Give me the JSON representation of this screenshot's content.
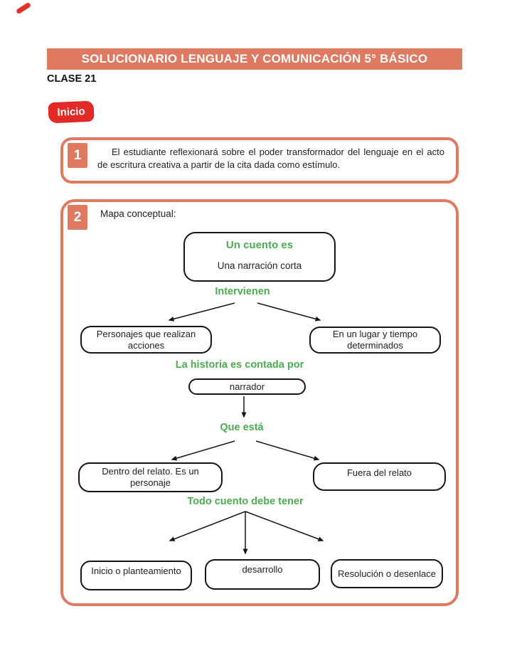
{
  "header": {
    "title": "SOLUCIONARIO LENGUAJE Y COMUNICACIÓN 5° BÁSICO",
    "lesson": "CLASE 21",
    "stage": "Inicio"
  },
  "items": [
    {
      "number": "1",
      "text": "El estudiante reflexionará sobre el poder transformador del lenguaje en el acto de escritura creativa a partir de la cita dada como estímulo."
    },
    {
      "number": "2",
      "label": "Mapa conceptual:"
    }
  ],
  "concept_map": {
    "root": {
      "title": "Un cuento es",
      "subtitle": "Una narración corta"
    },
    "connectors": {
      "intervienen": "Intervienen",
      "historia": "La historia es contada por",
      "que_esta": "Que está",
      "todo": "Todo cuento debe tener"
    },
    "nodes": {
      "personajes": "Personajes que realizan acciones",
      "lugar": "En un lugar y tiempo determinados",
      "narrador": "narrador",
      "dentro": "Dentro del relato. Es un personaje",
      "fuera": "Fuera del relato",
      "inicio": "Inicio o planteamiento",
      "desarrollo": "desarrollo",
      "resolucion": "Resolución o desenlace"
    }
  },
  "colors": {
    "salmon_accent": "#df7960",
    "badge_red": "#e32a26",
    "green_label": "#4aae50",
    "ink": "#1f1f1f"
  }
}
